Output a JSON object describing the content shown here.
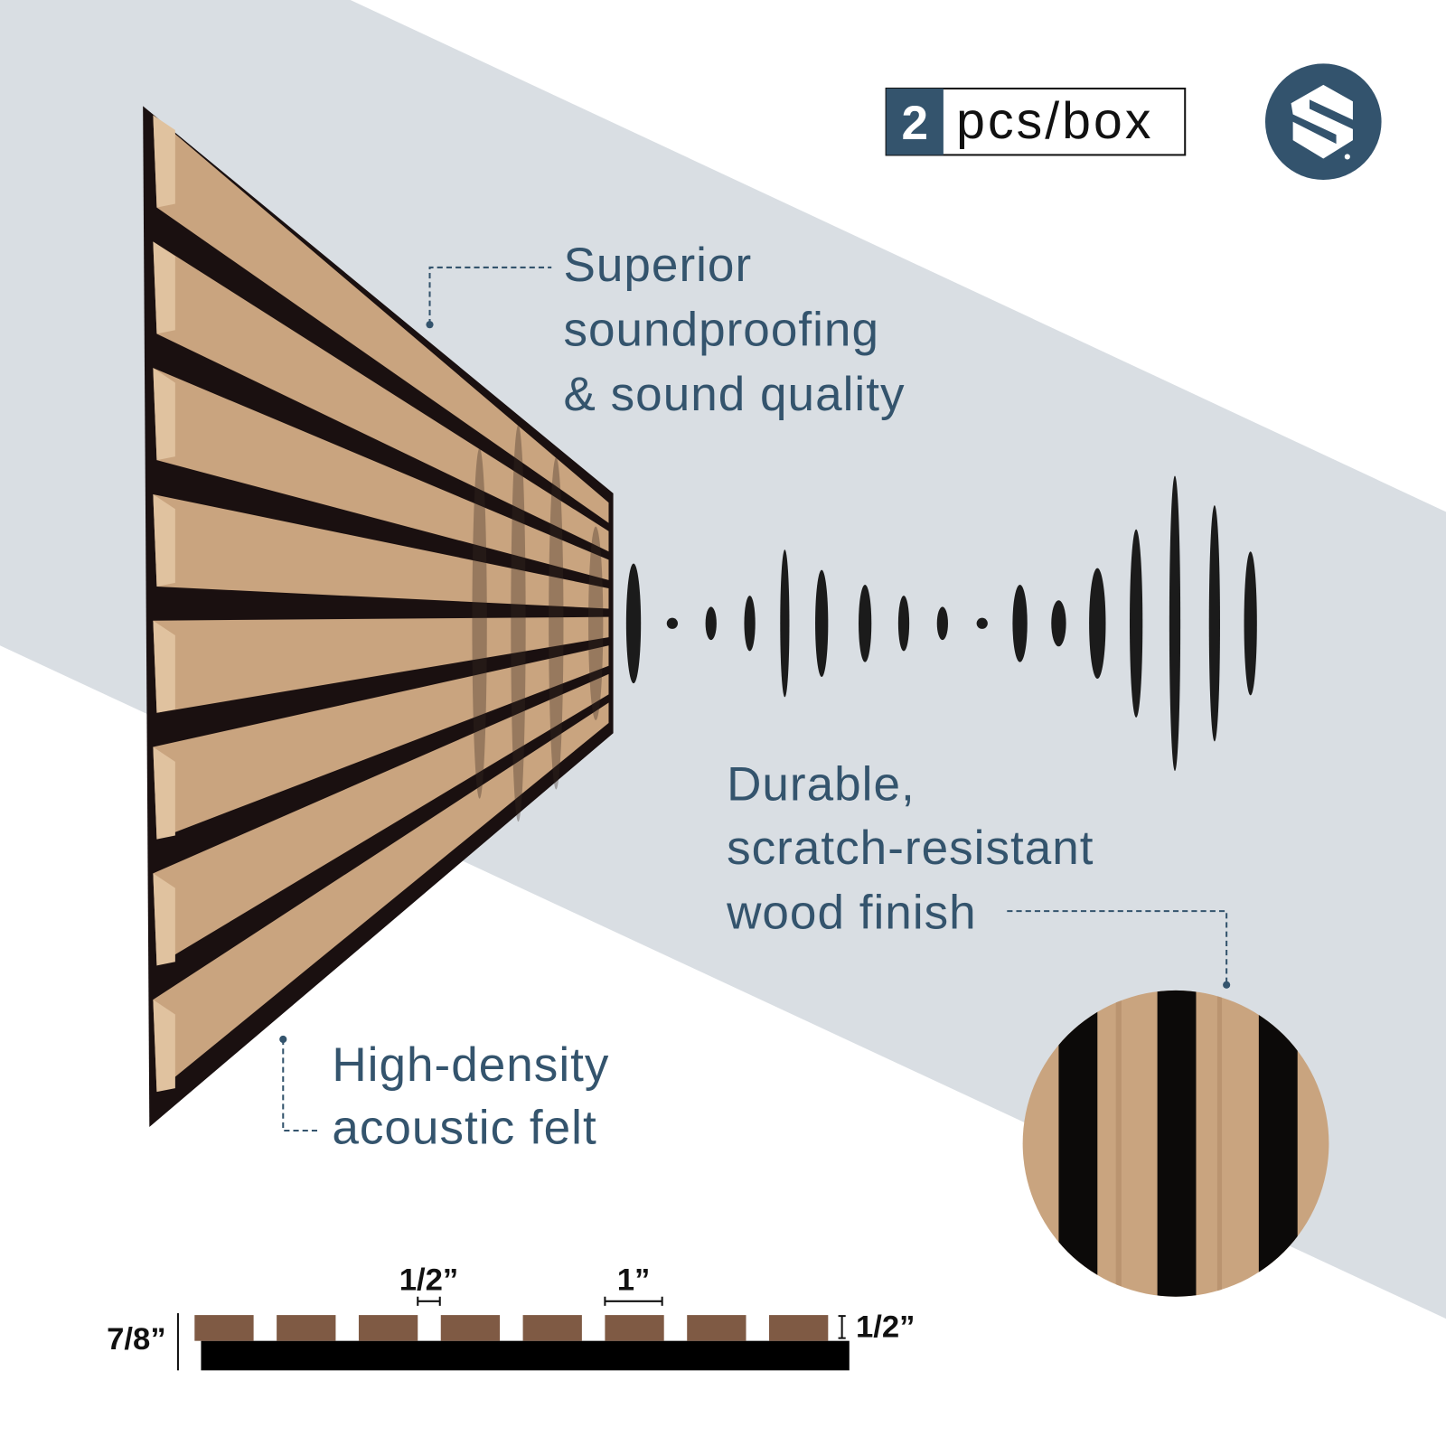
{
  "badge": {
    "count": "2",
    "unit": "pcs/box"
  },
  "logo": {
    "name": "brand-logo-s",
    "color": "#33536d"
  },
  "features": {
    "soundproofing": [
      "Superior",
      "soundproofing",
      "& sound quality"
    ],
    "finish": [
      "Durable,",
      "scratch-resistant",
      "wood finish"
    ],
    "felt": [
      "High-density",
      "acoustic felt"
    ]
  },
  "dimensions": {
    "total_thickness": "7/8”",
    "gap": "1/2”",
    "slat_width": "1”",
    "slat_thickness": "1/2”"
  },
  "colors": {
    "band": "#d9dee3",
    "text": "#34546d",
    "wood": "#c9a47f",
    "slat_profile": "#7f5a44",
    "felt": "#1a1010"
  }
}
